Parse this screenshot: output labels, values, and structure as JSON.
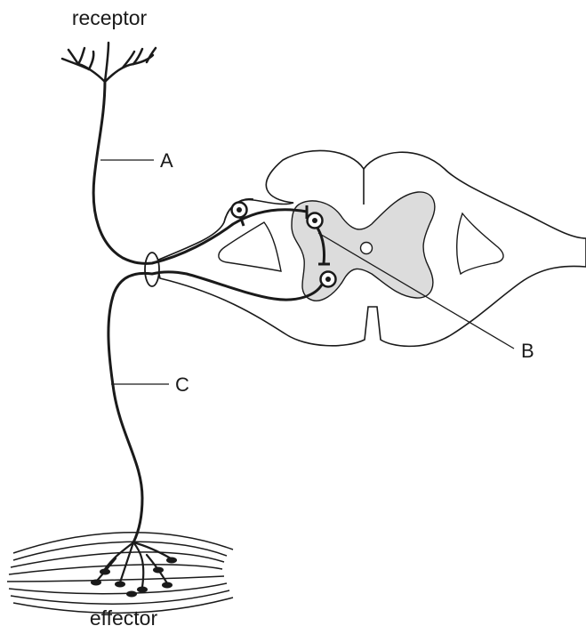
{
  "labels": {
    "receptor": "receptor",
    "effector": "effector",
    "a": "A",
    "b": "B",
    "c": "C"
  },
  "colors": {
    "line": "#1a1a1a",
    "grey_matter": "#dcdcdc",
    "background": "#ffffff"
  }
}
